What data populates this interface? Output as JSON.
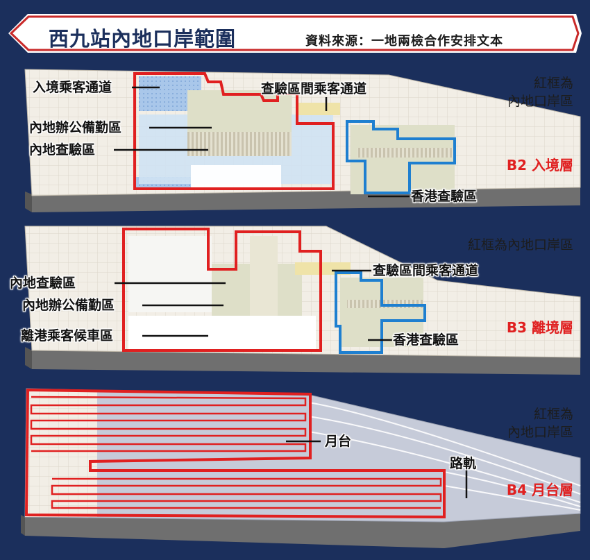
{
  "header": {
    "title": "西九站內地口岸範圍",
    "source": "資料來源：一地兩檢合作安排文本"
  },
  "b2": {
    "level": "B2 入境層",
    "note_line1": "紅框為",
    "note_line2": "內地口岸區",
    "labels": {
      "arrival_corridor": "入境乘客通道",
      "inter_zone_corridor": "查驗區間乘客通道",
      "office_area": "內地辦公備勤區",
      "mainland_inspection": "內地查驗區",
      "hk_inspection": "香港查驗區"
    }
  },
  "b3": {
    "level": "B3 離境層",
    "note": "紅框為內地口岸區",
    "labels": {
      "mainland_inspection": "內地查驗區",
      "inter_zone_corridor": "查驗區間乘客通道",
      "office_area": "內地辦公備勤區",
      "waiting_area": "離港乘客候車區",
      "hk_inspection": "香港查驗區"
    }
  },
  "b4": {
    "level": "B4 月台層",
    "note_line1": "紅框為",
    "note_line2": "內地口岸區",
    "labels": {
      "platform": "月台",
      "tracks": "路軌"
    }
  },
  "colors": {
    "background": "#1b2f5c",
    "mainland_boundary": "#e02020",
    "hk_boundary": "#1e7fd0"
  }
}
